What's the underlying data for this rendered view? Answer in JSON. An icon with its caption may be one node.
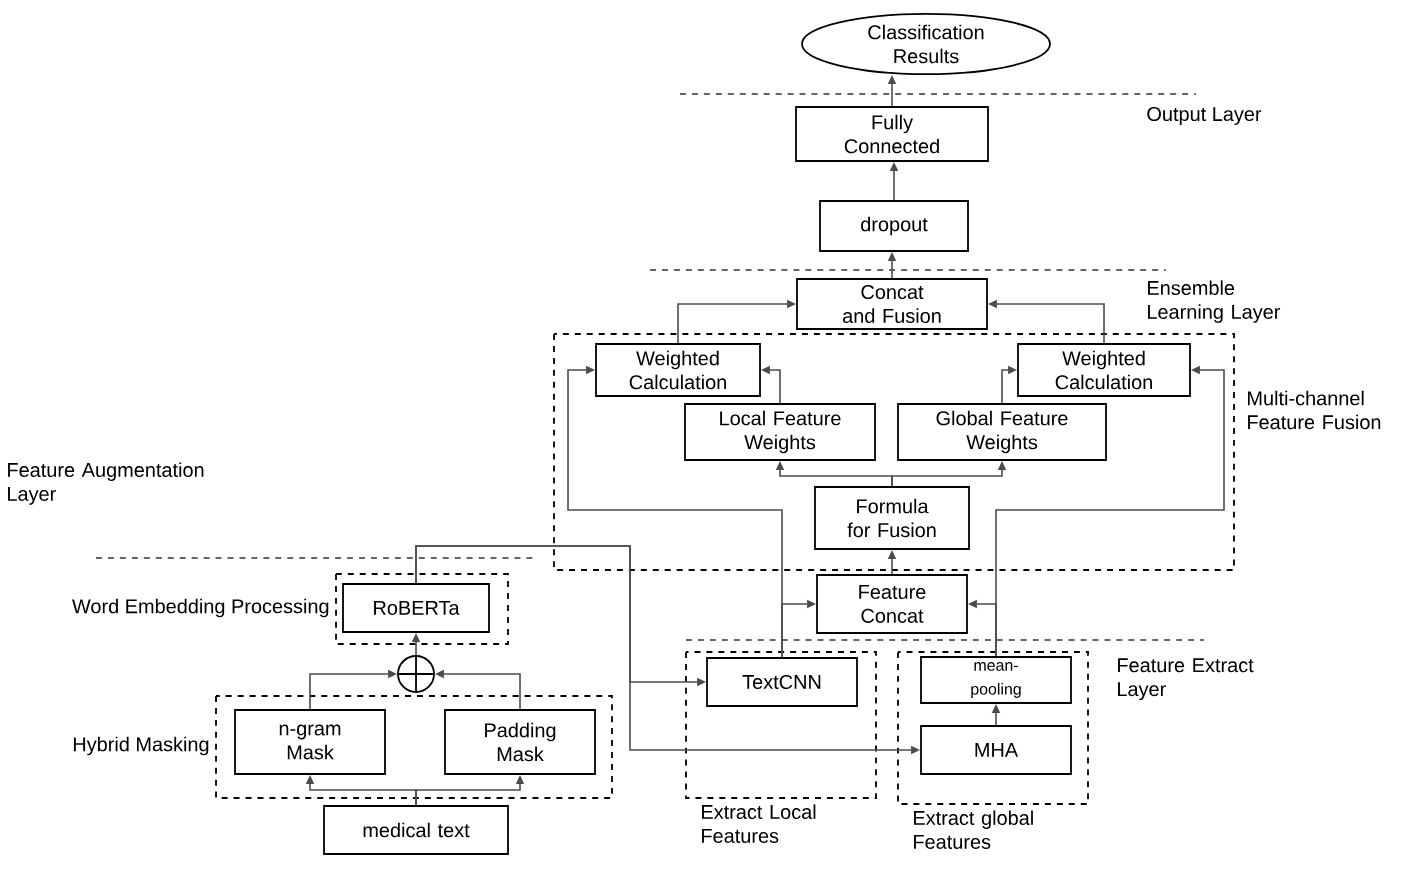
{
  "diagram": {
    "nodes": [
      {
        "text": [
          "Classification Results"
        ]
      },
      {
        "text": [
          "Fully Connected"
        ]
      },
      {
        "text": [
          "dropout"
        ]
      },
      {
        "text": [
          "Concat and Fusion"
        ]
      },
      {
        "text": [
          "Multi-channel Feature Fusion"
        ]
      },
      {
        "text": [
          "Weighted Calculation"
        ],
        "in": 4
      },
      {
        "text": [
          "Weighted Calculation"
        ],
        "in": 4
      },
      {
        "text": [
          "Local Feature Weights"
        ],
        "in": 4
      },
      {
        "text": [
          "Global Feature Weights"
        ],
        "in": 4
      },
      {
        "text": [
          "Formula for Fusion"
        ],
        "in": 4
      },
      {
        "text": [
          "Feature Concat"
        ]
      },
      {
        "text": [
          "Word Embedding Processing"
        ]
      },
      {
        "text": [
          "RoBERTa"
        ],
        "in": 11
      },
      {
        "text": [],
        "shape": "circle"
      },
      {
        "text": [
          "Hybrid Masking"
        ]
      },
      {
        "text": [
          "n-gram Mask"
        ],
        "in": 14
      },
      {
        "text": [
          "Padding Mask"
        ],
        "in": 14
      },
      {
        "text": [
          "medical text"
        ]
      },
      {
        "text": [
          "Extract Local Features"
        ]
      },
      {
        "text": [
          "TextCNN"
        ],
        "in": 18
      },
      {
        "text": [
          "Extract global Features"
        ]
      },
      {
        "text": [
          "mean-pooling"
        ],
        "in": 20
      },
      {
        "text": [
          "MHA"
        ],
        "in": 20
      }
    ],
    "edges": [
      {
        "from": 17,
        "to": 15,
        "arrow": "to"
      },
      {
        "from": 17,
        "to": 16,
        "arrow": "to"
      },
      {
        "from": 15,
        "to": 13,
        "arrow": "to"
      },
      {
        "from": 16,
        "to": 13,
        "arrow": "to"
      },
      {
        "from": 13,
        "to": 12,
        "arrow": "to"
      },
      {
        "from": 12,
        "to": 19,
        "arrow": "to"
      },
      {
        "from": 12,
        "to": 22,
        "arrow": "to"
      },
      {
        "from": 22,
        "to": 21,
        "arrow": "to"
      },
      {
        "from": 19,
        "to": 10,
        "arrow": "to"
      },
      {
        "from": 19,
        "to": 5,
        "arrow": "to"
      },
      {
        "from": 21,
        "to": 10,
        "arrow": "to"
      },
      {
        "from": 21,
        "to": 6,
        "arrow": "to"
      },
      {
        "from": 10,
        "to": 9,
        "arrow": "to"
      },
      {
        "from": 9,
        "to": 7,
        "arrow": "to"
      },
      {
        "from": 9,
        "to": 8,
        "arrow": "to"
      },
      {
        "from": 7,
        "to": 5,
        "arrow": "to"
      },
      {
        "from": 8,
        "to": 6,
        "arrow": "to"
      },
      {
        "from": 5,
        "to": 3,
        "arrow": "to"
      },
      {
        "from": 6,
        "to": 3,
        "arrow": "to"
      },
      {
        "from": 3,
        "to": 2,
        "arrow": "to"
      },
      {
        "from": 2,
        "to": 1,
        "arrow": "to"
      },
      {
        "from": 1,
        "to": 0,
        "arrow": "to"
      }
    ],
    "labels": [
      "Output Layer",
      "Ensemble Learning Layer",
      "Feature Augmentation Layer",
      "Feature Extract Layer"
    ]
  }
}
